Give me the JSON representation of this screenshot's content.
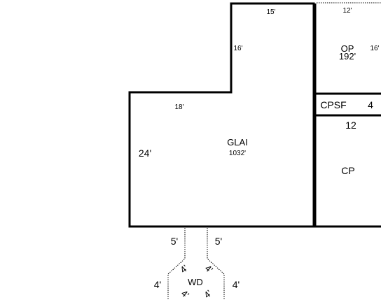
{
  "labels": {
    "main_area_code": "GLAI",
    "main_area_size": "1032'",
    "main_top_dim": "15'",
    "main_upper_side_dim": "16'",
    "main_mid_dim": "18'",
    "main_left_dim": "24'",
    "op_top_dim": "12'",
    "op_code": "OP",
    "op_size": "192'",
    "op_side_dim": "16'",
    "cpsf_code": "CPSF",
    "cpsf_dim": "4",
    "cp_top_dim": "12",
    "cp_code": "CP",
    "stair_left_dim": "5'",
    "stair_right_dim": "5'",
    "deck_left_dim": "4'",
    "deck_right_dim": "4'",
    "deck_code": "WD",
    "deck_diag_upper_left": "4'",
    "deck_diag_upper_right": "4'",
    "deck_diag_lower_left": "4'",
    "deck_diag_lower_right": "4'"
  },
  "colors": {
    "line": "#000000",
    "background": "#ffffff"
  }
}
